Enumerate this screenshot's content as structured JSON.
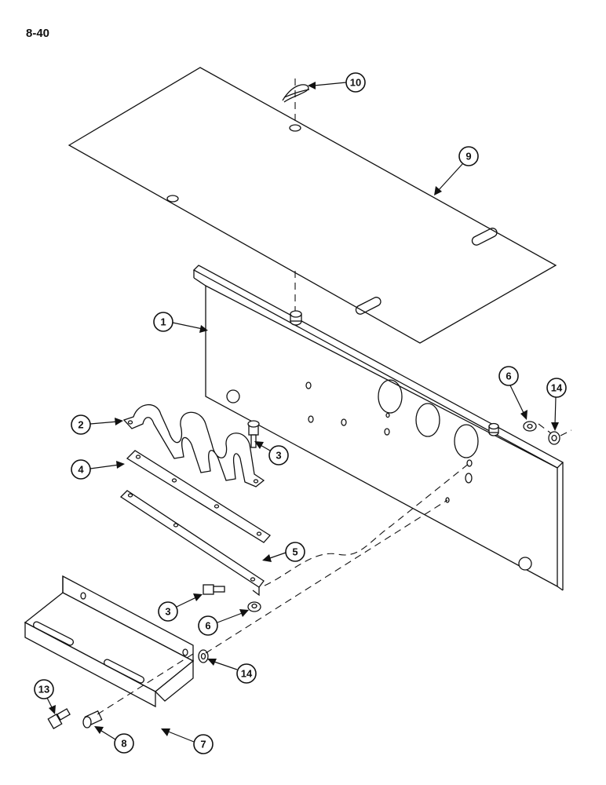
{
  "page_number": "8-40",
  "callouts": {
    "c1": "1",
    "c2": "2",
    "c3a": "3",
    "c3b": "3",
    "c4": "4",
    "c5": "5",
    "c6a": "6",
    "c6b": "6",
    "c7": "7",
    "c8": "8",
    "c9": "9",
    "c10": "10",
    "c13": "13",
    "c14a": "14",
    "c14b": "14"
  }
}
